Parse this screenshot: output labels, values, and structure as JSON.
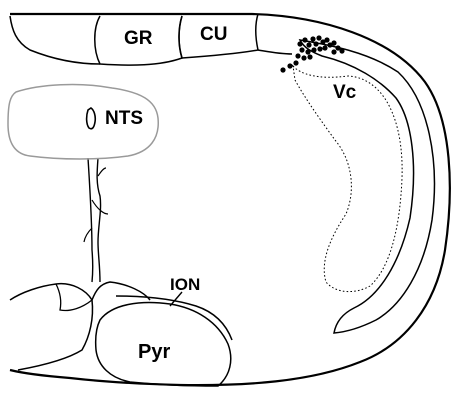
{
  "labels": {
    "gr": "GR",
    "cu": "CU",
    "nts": "NTS",
    "vc": "Vc",
    "ion": "ION",
    "pyr": "Pyr"
  },
  "colors": {
    "outline": "#000000",
    "nts_outline": "#9a9a9a",
    "dots": "#000000"
  }
}
